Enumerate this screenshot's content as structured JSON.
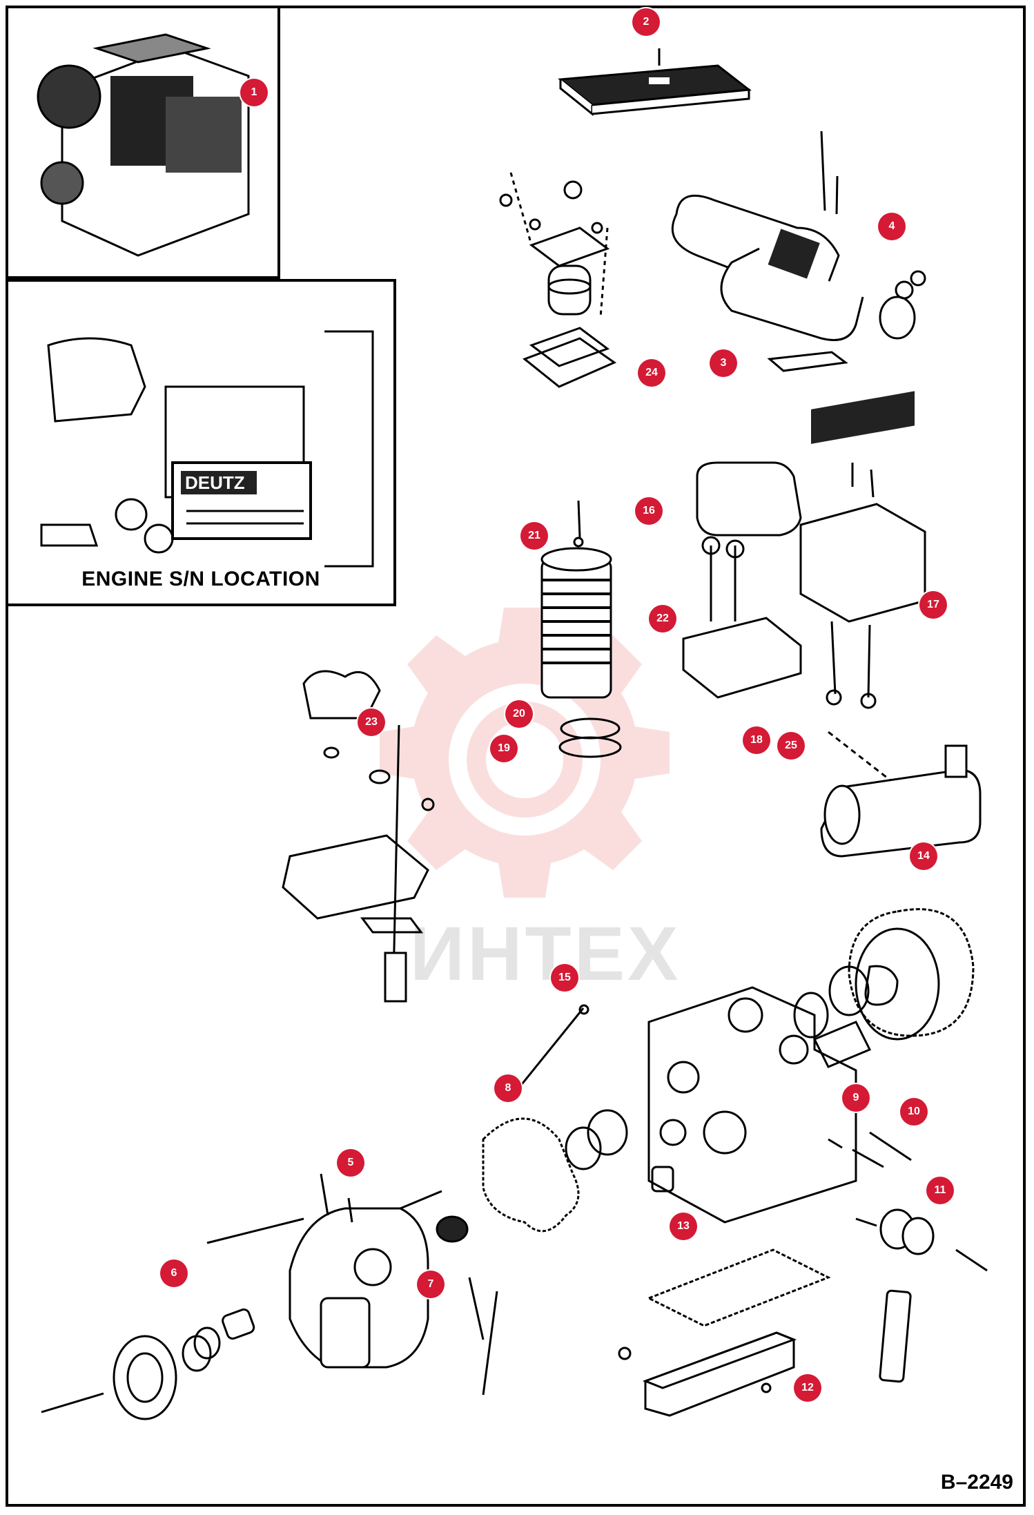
{
  "inset": {
    "sn_label": "ENGINE S/N LOCATION",
    "plate_text": "DEUTZ"
  },
  "drawing_code": "B–2249",
  "watermark": "ИHTEX",
  "callouts": [
    {
      "n": "1"
    },
    {
      "n": "2"
    },
    {
      "n": "3"
    },
    {
      "n": "4"
    },
    {
      "n": "5"
    },
    {
      "n": "6"
    },
    {
      "n": "7"
    },
    {
      "n": "8"
    },
    {
      "n": "9"
    },
    {
      "n": "10"
    },
    {
      "n": "11"
    },
    {
      "n": "12"
    },
    {
      "n": "13"
    },
    {
      "n": "14"
    },
    {
      "n": "15"
    },
    {
      "n": "16"
    },
    {
      "n": "17"
    },
    {
      "n": "18"
    },
    {
      "n": "19"
    },
    {
      "n": "20"
    },
    {
      "n": "21"
    },
    {
      "n": "22"
    },
    {
      "n": "23"
    },
    {
      "n": "24"
    },
    {
      "n": "25"
    }
  ],
  "colors": {
    "callout": "#d41a35",
    "line": "#000000",
    "watermark": "#e23b3b"
  }
}
